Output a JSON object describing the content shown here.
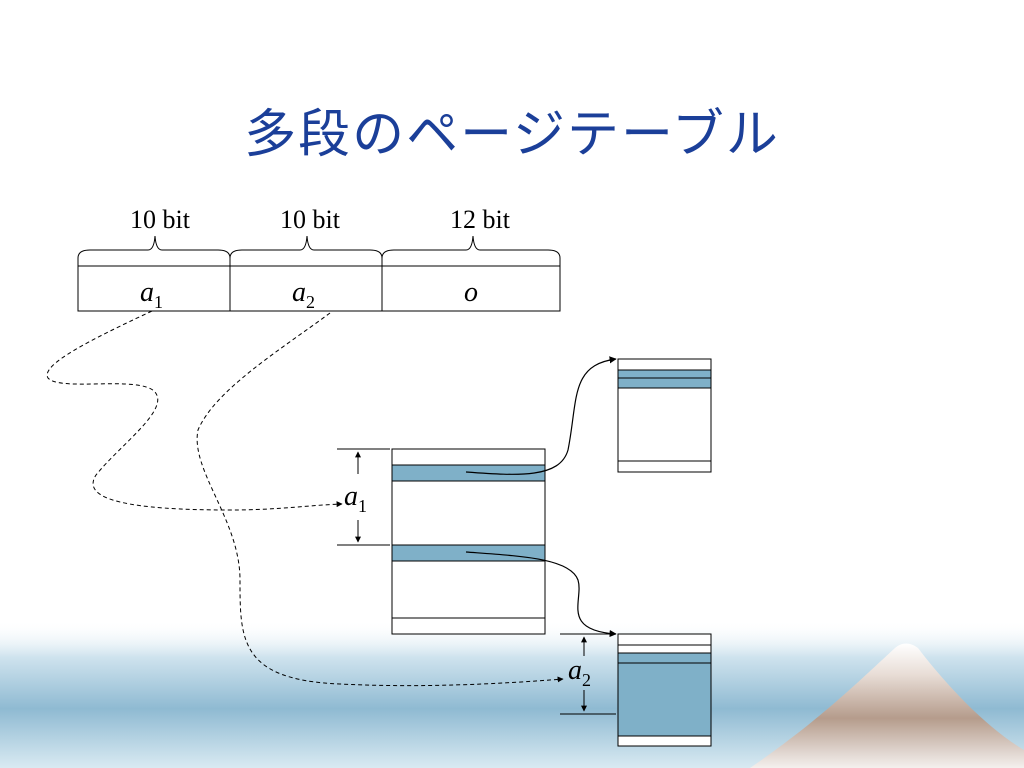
{
  "slide": {
    "title": "多段のページテーブル"
  },
  "address": {
    "fields": [
      {
        "bits_label": "10 bit",
        "var": "a",
        "sub": "1"
      },
      {
        "bits_label": "10 bit",
        "var": "a",
        "sub": "2"
      },
      {
        "bits_label": "12 bit",
        "var": "o",
        "sub": ""
      }
    ]
  },
  "tables": {
    "level1_index_label": {
      "var": "a",
      "sub": "1"
    },
    "level2_index_label": {
      "var": "a",
      "sub": "2"
    }
  },
  "colors": {
    "title": "#1b3f99",
    "entry_fill": "#7fb0c8",
    "line": "#000000"
  }
}
